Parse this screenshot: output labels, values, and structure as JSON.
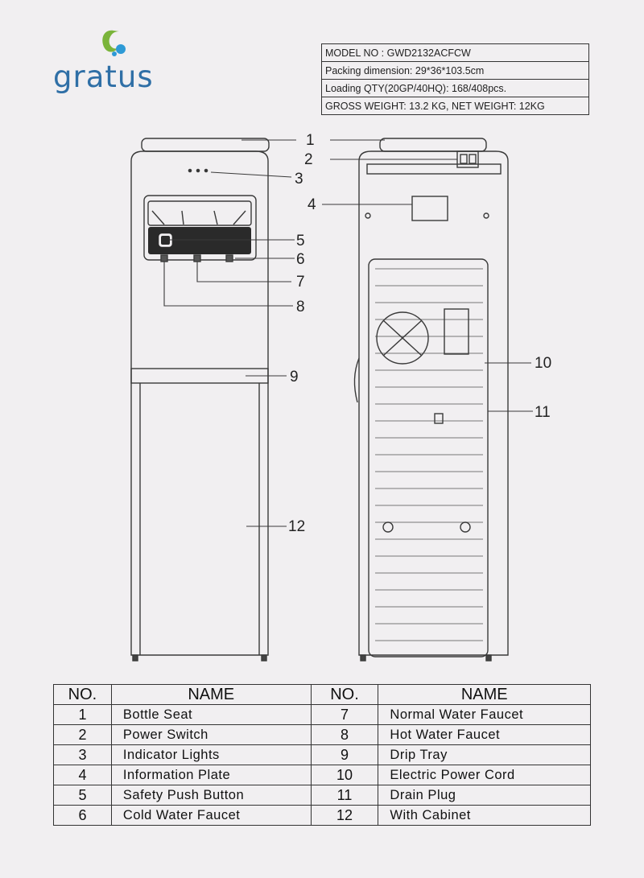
{
  "brand": {
    "name": "gratus",
    "colors": {
      "green": "#7ab43a",
      "blue": "#2f6fa6",
      "light_blue": "#2e9ad6"
    }
  },
  "specs": [
    "MODEL NO : GWD2132ACFCW",
    "Packing  dimension: 29*36*103.5cm",
    "Loading QTY(20GP/40HQ): 168/408pcs.",
    "GROSS WEIGHT: 13.2 KG, NET WEIGHT: 12KG"
  ],
  "callouts": [
    "1",
    "2",
    "3",
    "4",
    "5",
    "6",
    "7",
    "8",
    "9",
    "10",
    "11",
    "12"
  ],
  "parts_table": {
    "headers": [
      "NO.",
      "NAME",
      "NO.",
      "NAME"
    ],
    "rows": [
      [
        "1",
        "Bottle Seat",
        "7",
        "Normal Water Faucet"
      ],
      [
        "2",
        "Power Switch",
        "8",
        "Hot Water Faucet"
      ],
      [
        "3",
        "Indicator Lights",
        "9",
        "Drip Tray"
      ],
      [
        "4",
        "Information Plate",
        "10",
        "Electric Power Cord"
      ],
      [
        "5",
        "Safety Push Button",
        "11",
        "Drain Plug"
      ],
      [
        "6",
        "Cold Water Faucet",
        "12",
        "With Cabinet"
      ]
    ]
  }
}
